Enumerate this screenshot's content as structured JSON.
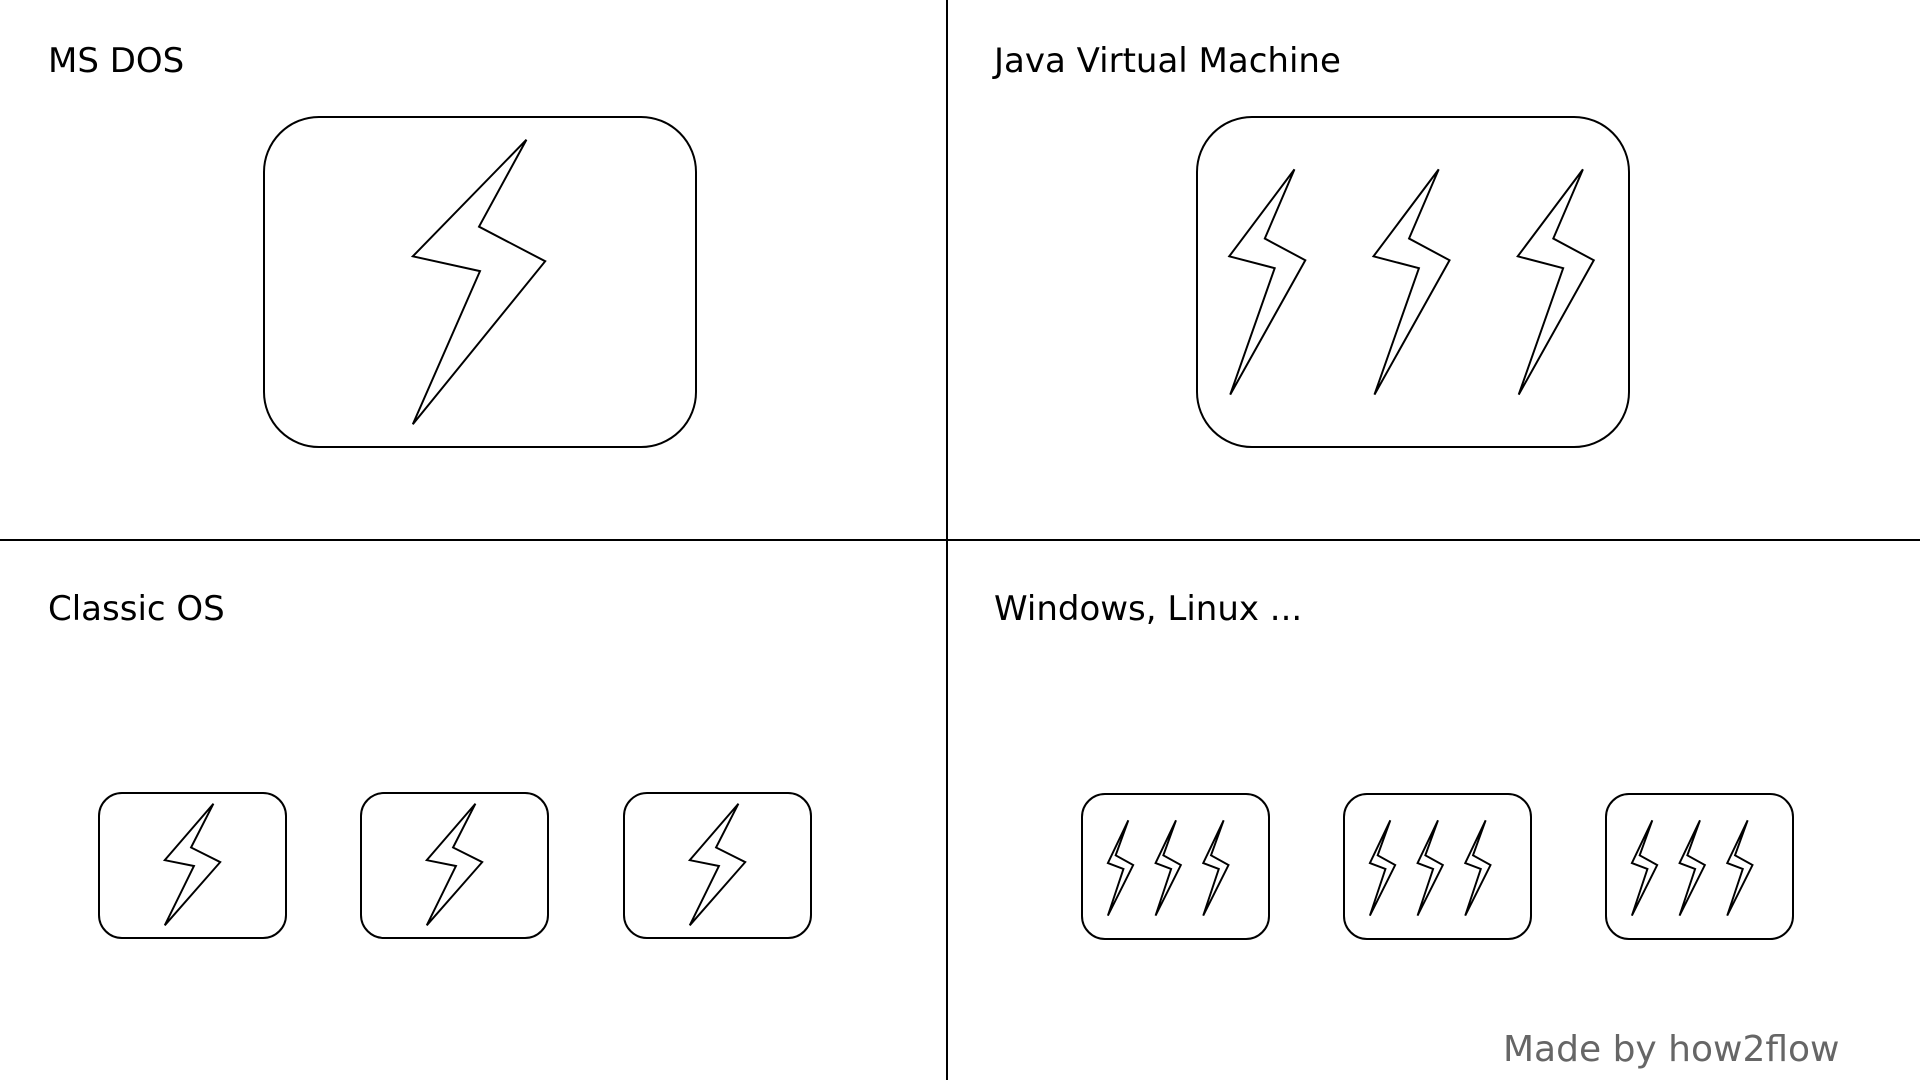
{
  "quadrants": [
    {
      "title": "MS DOS",
      "boxes": [
        {
          "bolts": 1
        }
      ]
    },
    {
      "title": "Java Virtual Machine",
      "boxes": [
        {
          "bolts": 3
        }
      ]
    },
    {
      "title": "Classic OS",
      "boxes": [
        {
          "bolts": 1
        },
        {
          "bolts": 1
        },
        {
          "bolts": 1
        }
      ]
    },
    {
      "title": "Windows, Linux ...",
      "boxes": [
        {
          "bolts": 3
        },
        {
          "bolts": 3
        },
        {
          "bolts": 3
        }
      ]
    }
  ],
  "watermark": "Made by how2flow",
  "colors": {
    "stroke": "#000000",
    "background": "#ffffff",
    "watermark": "#666666"
  },
  "icon": "lightning-bolt-icon"
}
